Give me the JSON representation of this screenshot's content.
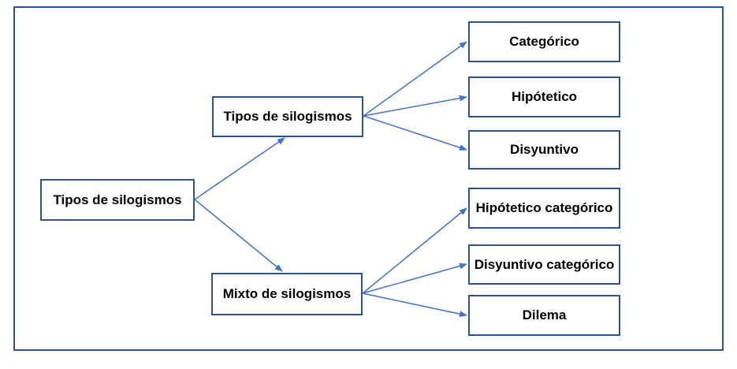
{
  "diagram": {
    "root": {
      "label": "Tipos de silogismos"
    },
    "branches": [
      {
        "label": "Tipos de silogismos",
        "children": [
          {
            "label": "Categórico"
          },
          {
            "label": "Hipótetico"
          },
          {
            "label": "Disyuntivo"
          }
        ]
      },
      {
        "label": "Mixto de silogismos",
        "children": [
          {
            "label": "Hipótetico categórico"
          },
          {
            "label": "Disyuntivo categórico"
          },
          {
            "label": "Dilema"
          }
        ]
      }
    ],
    "colors": {
      "box_border": "#2e5395",
      "arrow": "#4472c4",
      "text": "#000000",
      "background": "#ffffff"
    }
  }
}
